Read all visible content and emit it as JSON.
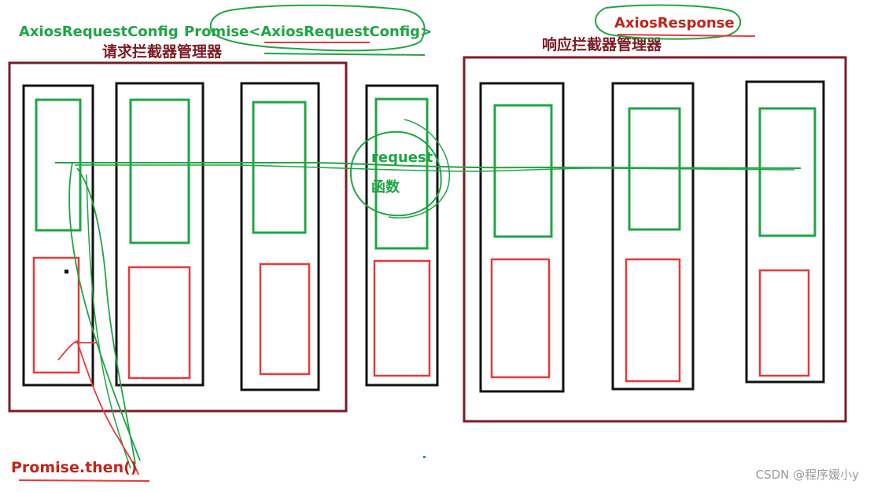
{
  "labels": {
    "config": "AxiosRequestConfig",
    "promise_config": "Promise<AxiosRequestConfig>",
    "response": "AxiosResponse",
    "request_manager": "请求拦截器管理器",
    "response_manager": "响应拦截器管理器",
    "request_fn_line1": "request",
    "request_fn_line2": "函数",
    "promise_then": "Promise.then()"
  },
  "watermark": "CSDN @程序媛小y",
  "colors": {
    "green": "#1fa544",
    "red": "#e5393b",
    "dark_red": "#7b1c25",
    "black": "#111111",
    "label_red": "#c0241c"
  }
}
